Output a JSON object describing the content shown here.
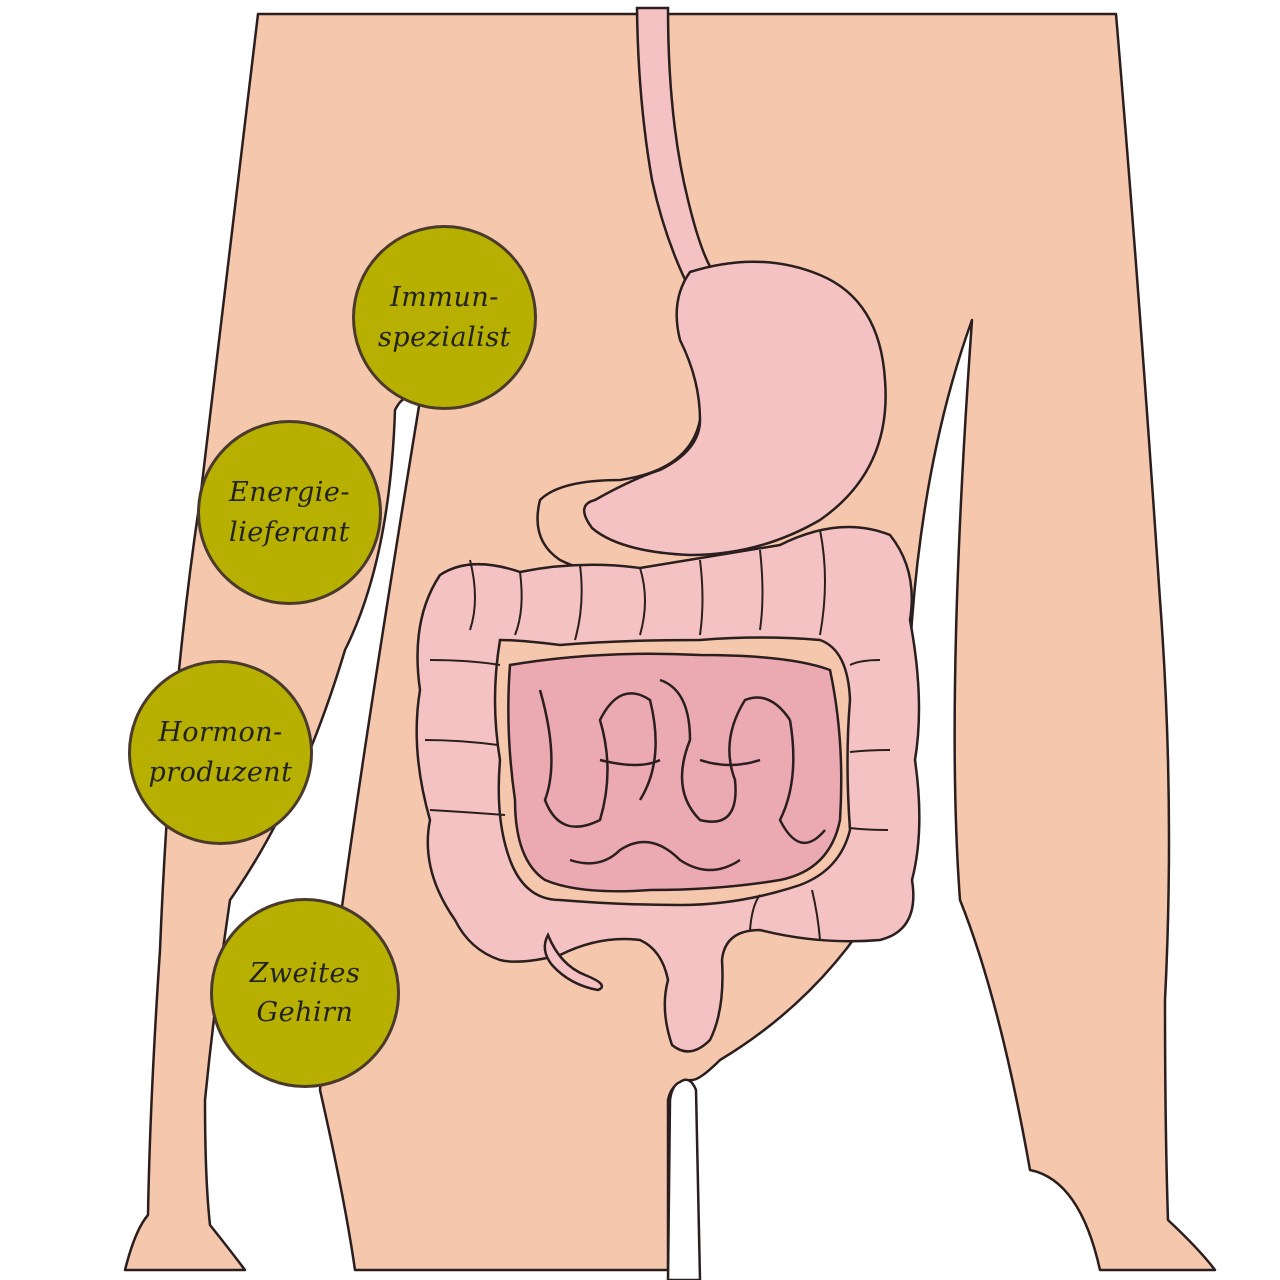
{
  "colors": {
    "skin": "#f5c8ae",
    "organ": "#f4c2c2",
    "organ_dark": "#e8a2ae",
    "outline": "#2b1e1e",
    "bubble_fill": "#b8b000",
    "bubble_border": "#4a3a2c"
  },
  "bubbles": [
    {
      "text": "Immun-\nspezialist"
    },
    {
      "text": "Energie-\nlieferant"
    },
    {
      "text": "Hormon-\nproduzent"
    },
    {
      "text": "Zweites\nGehirn"
    }
  ]
}
